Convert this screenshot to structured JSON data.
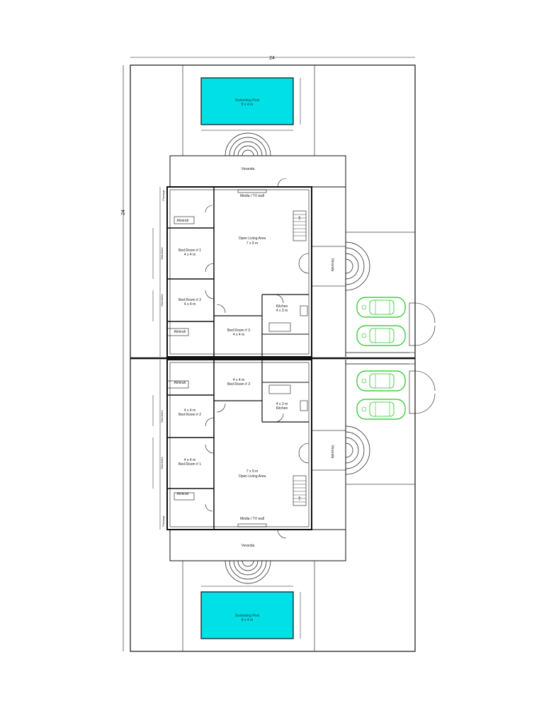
{
  "plan": {
    "overall_width": "24",
    "overall_height": "24",
    "pool": {
      "name": "Swimming Pool",
      "size": "8 x 4 m"
    },
    "veranda": "Veranda",
    "media_wall": "Media / TV wall",
    "open_living": {
      "name": "Open Living Area",
      "size": "7 x 9 m"
    },
    "bed1": {
      "name": "Bed Room # 1",
      "size": "4 x 4 m"
    },
    "bed2": {
      "name": "Bed Room # 2",
      "size": "4 x 4 m"
    },
    "bed3": {
      "name": "Bed Room # 3",
      "size": "4 x 4 m"
    },
    "kitchen": {
      "name": "Kitchen",
      "size": "4 x 3 m"
    },
    "almirah": "Almirah",
    "wardrobe": "Wardrobe",
    "passage": "Passage",
    "lift": "Lift",
    "colors": {
      "pool_fill": "#00e0e6",
      "car_stroke": "#1ec81e",
      "line": "#111111"
    }
  }
}
